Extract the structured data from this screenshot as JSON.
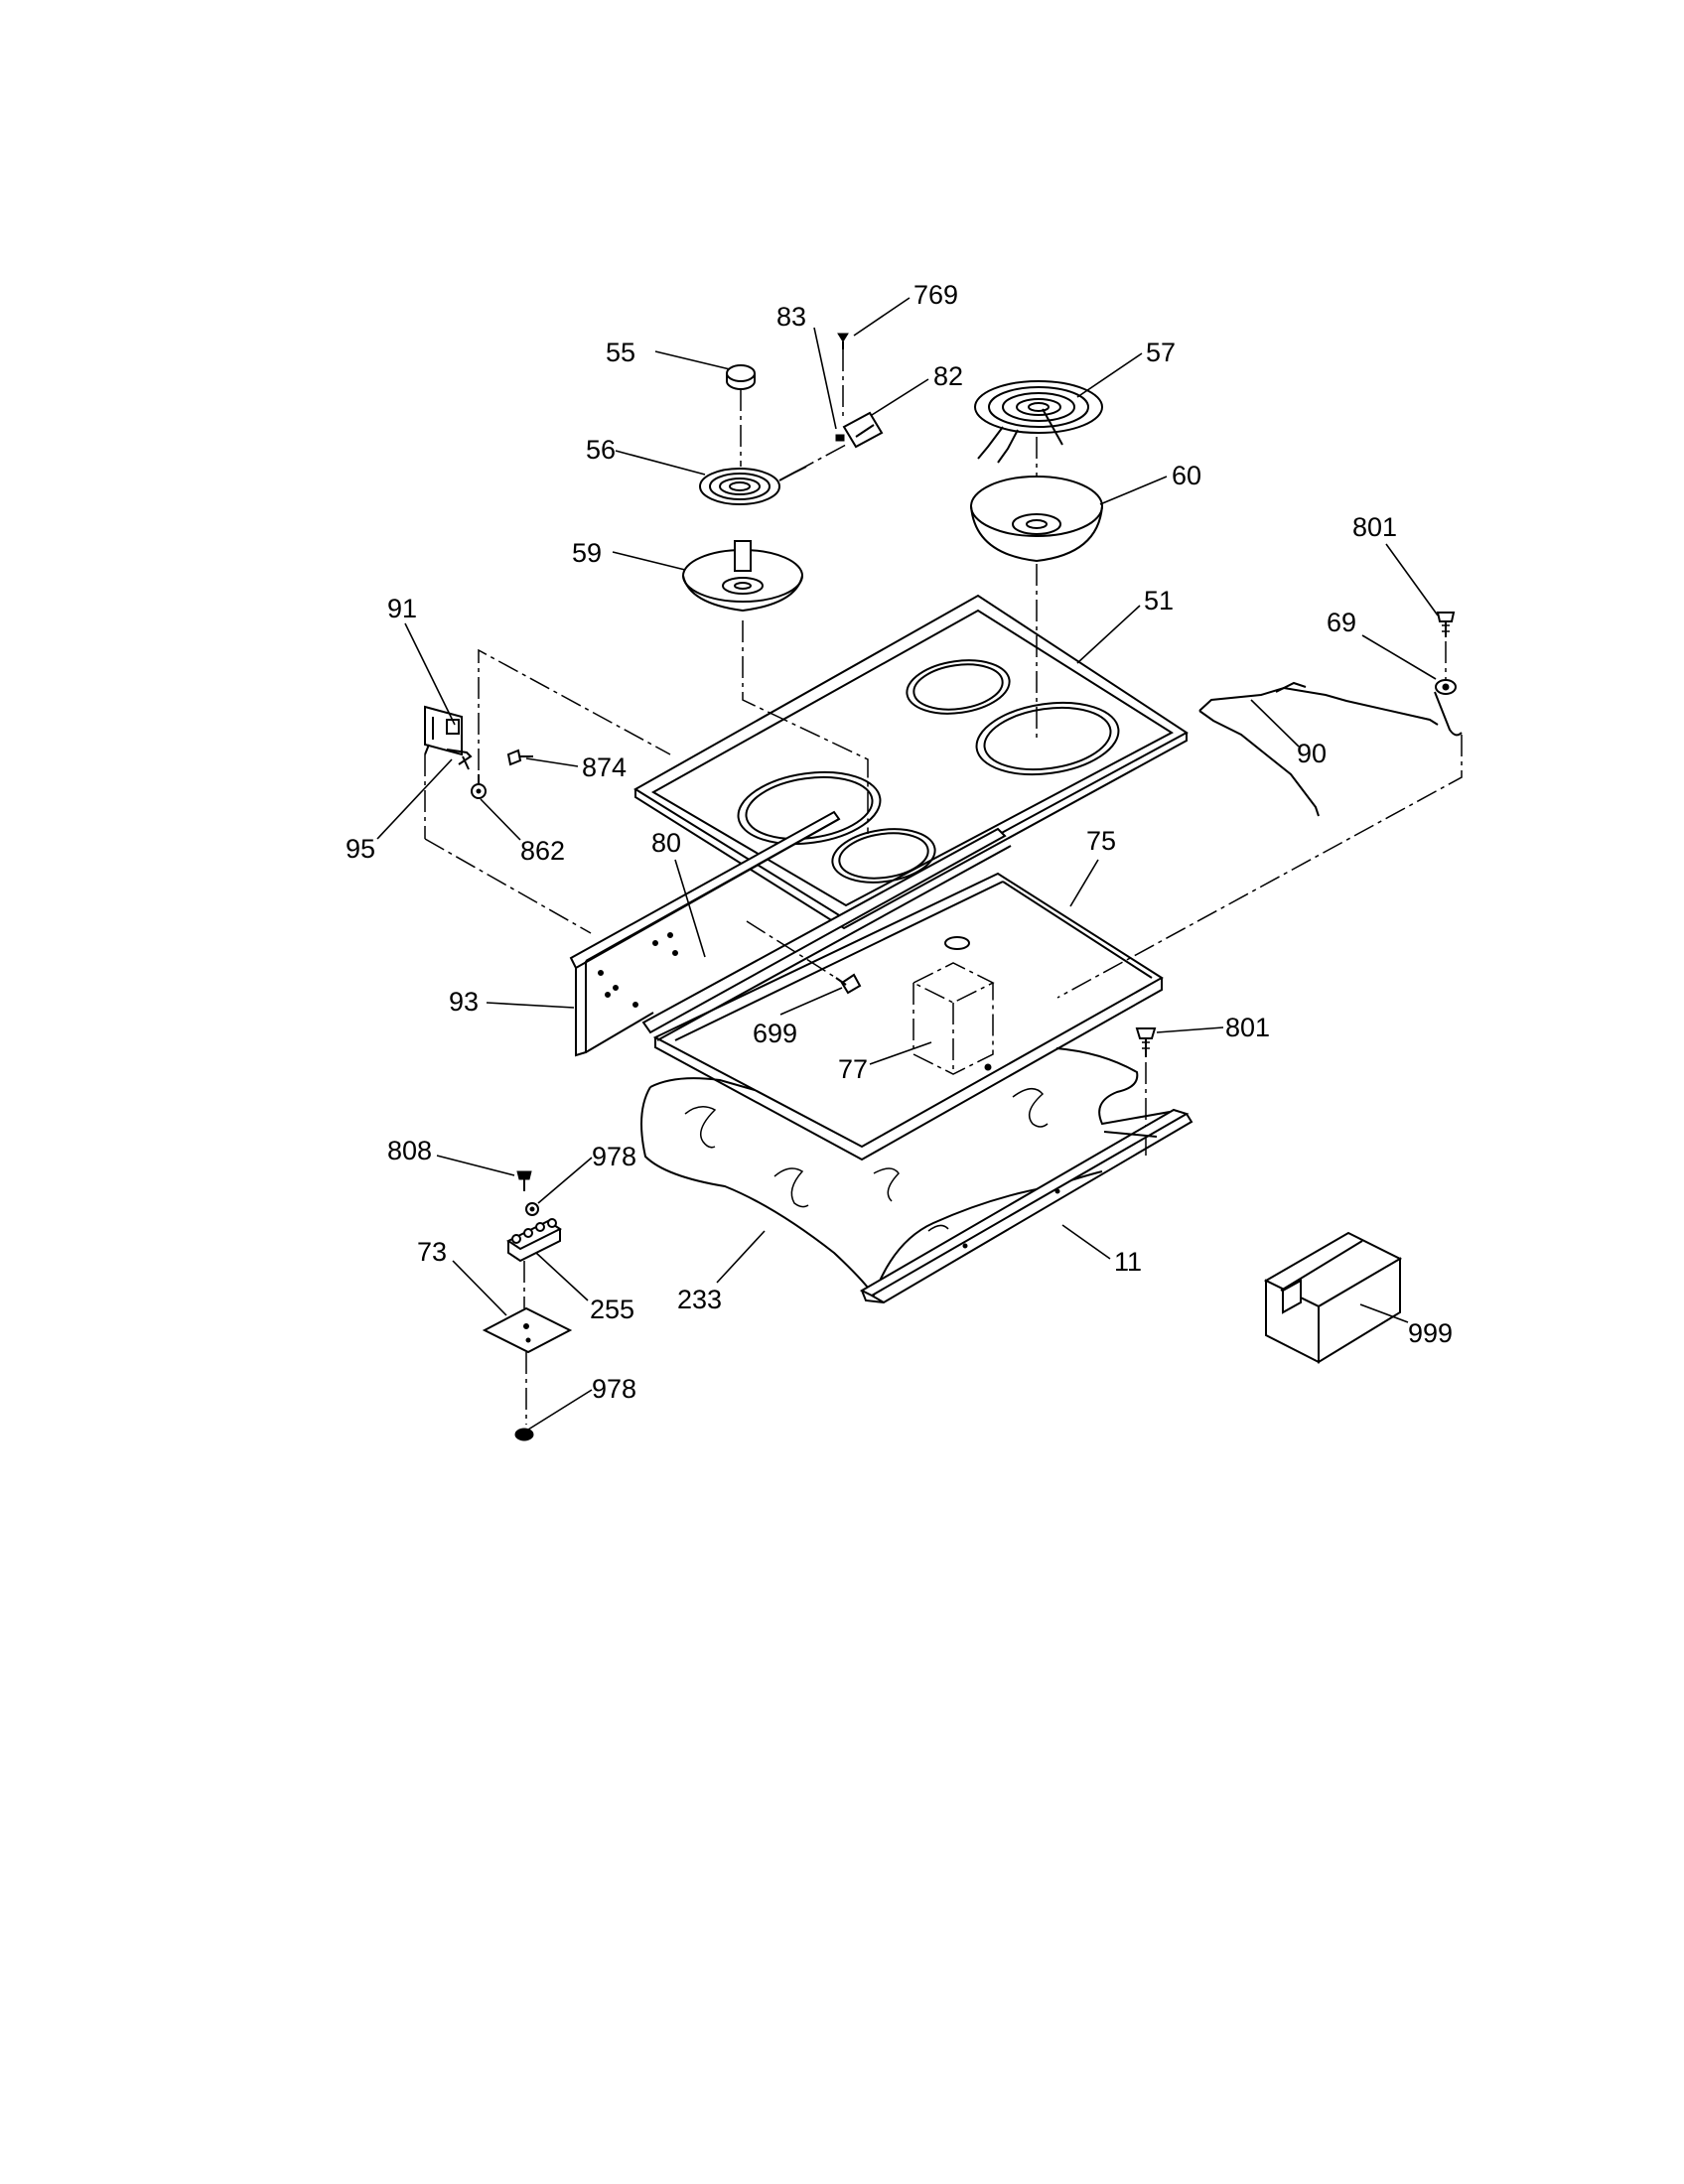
{
  "callouts": [
    {
      "id": "c55",
      "text": "55"
    },
    {
      "id": "c83",
      "text": "83"
    },
    {
      "id": "c769",
      "text": "769"
    },
    {
      "id": "c82",
      "text": "82"
    },
    {
      "id": "c57",
      "text": "57"
    },
    {
      "id": "c56",
      "text": "56"
    },
    {
      "id": "c60",
      "text": "60"
    },
    {
      "id": "c59",
      "text": "59"
    },
    {
      "id": "c801a",
      "text": "801"
    },
    {
      "id": "c51",
      "text": "51"
    },
    {
      "id": "c91",
      "text": "91"
    },
    {
      "id": "c69",
      "text": "69"
    },
    {
      "id": "c874",
      "text": "874"
    },
    {
      "id": "c90",
      "text": "90"
    },
    {
      "id": "c95",
      "text": "95"
    },
    {
      "id": "c862",
      "text": "862"
    },
    {
      "id": "c80",
      "text": "80"
    },
    {
      "id": "c75",
      "text": "75"
    },
    {
      "id": "c93",
      "text": "93"
    },
    {
      "id": "c699",
      "text": "699"
    },
    {
      "id": "c801b",
      "text": "801"
    },
    {
      "id": "c77",
      "text": "77"
    },
    {
      "id": "c808",
      "text": "808"
    },
    {
      "id": "c978a",
      "text": "978"
    },
    {
      "id": "c73",
      "text": "73"
    },
    {
      "id": "c11",
      "text": "11"
    },
    {
      "id": "c255",
      "text": "255"
    },
    {
      "id": "c233",
      "text": "233"
    },
    {
      "id": "c999",
      "text": "999"
    },
    {
      "id": "c978b",
      "text": "978"
    }
  ]
}
